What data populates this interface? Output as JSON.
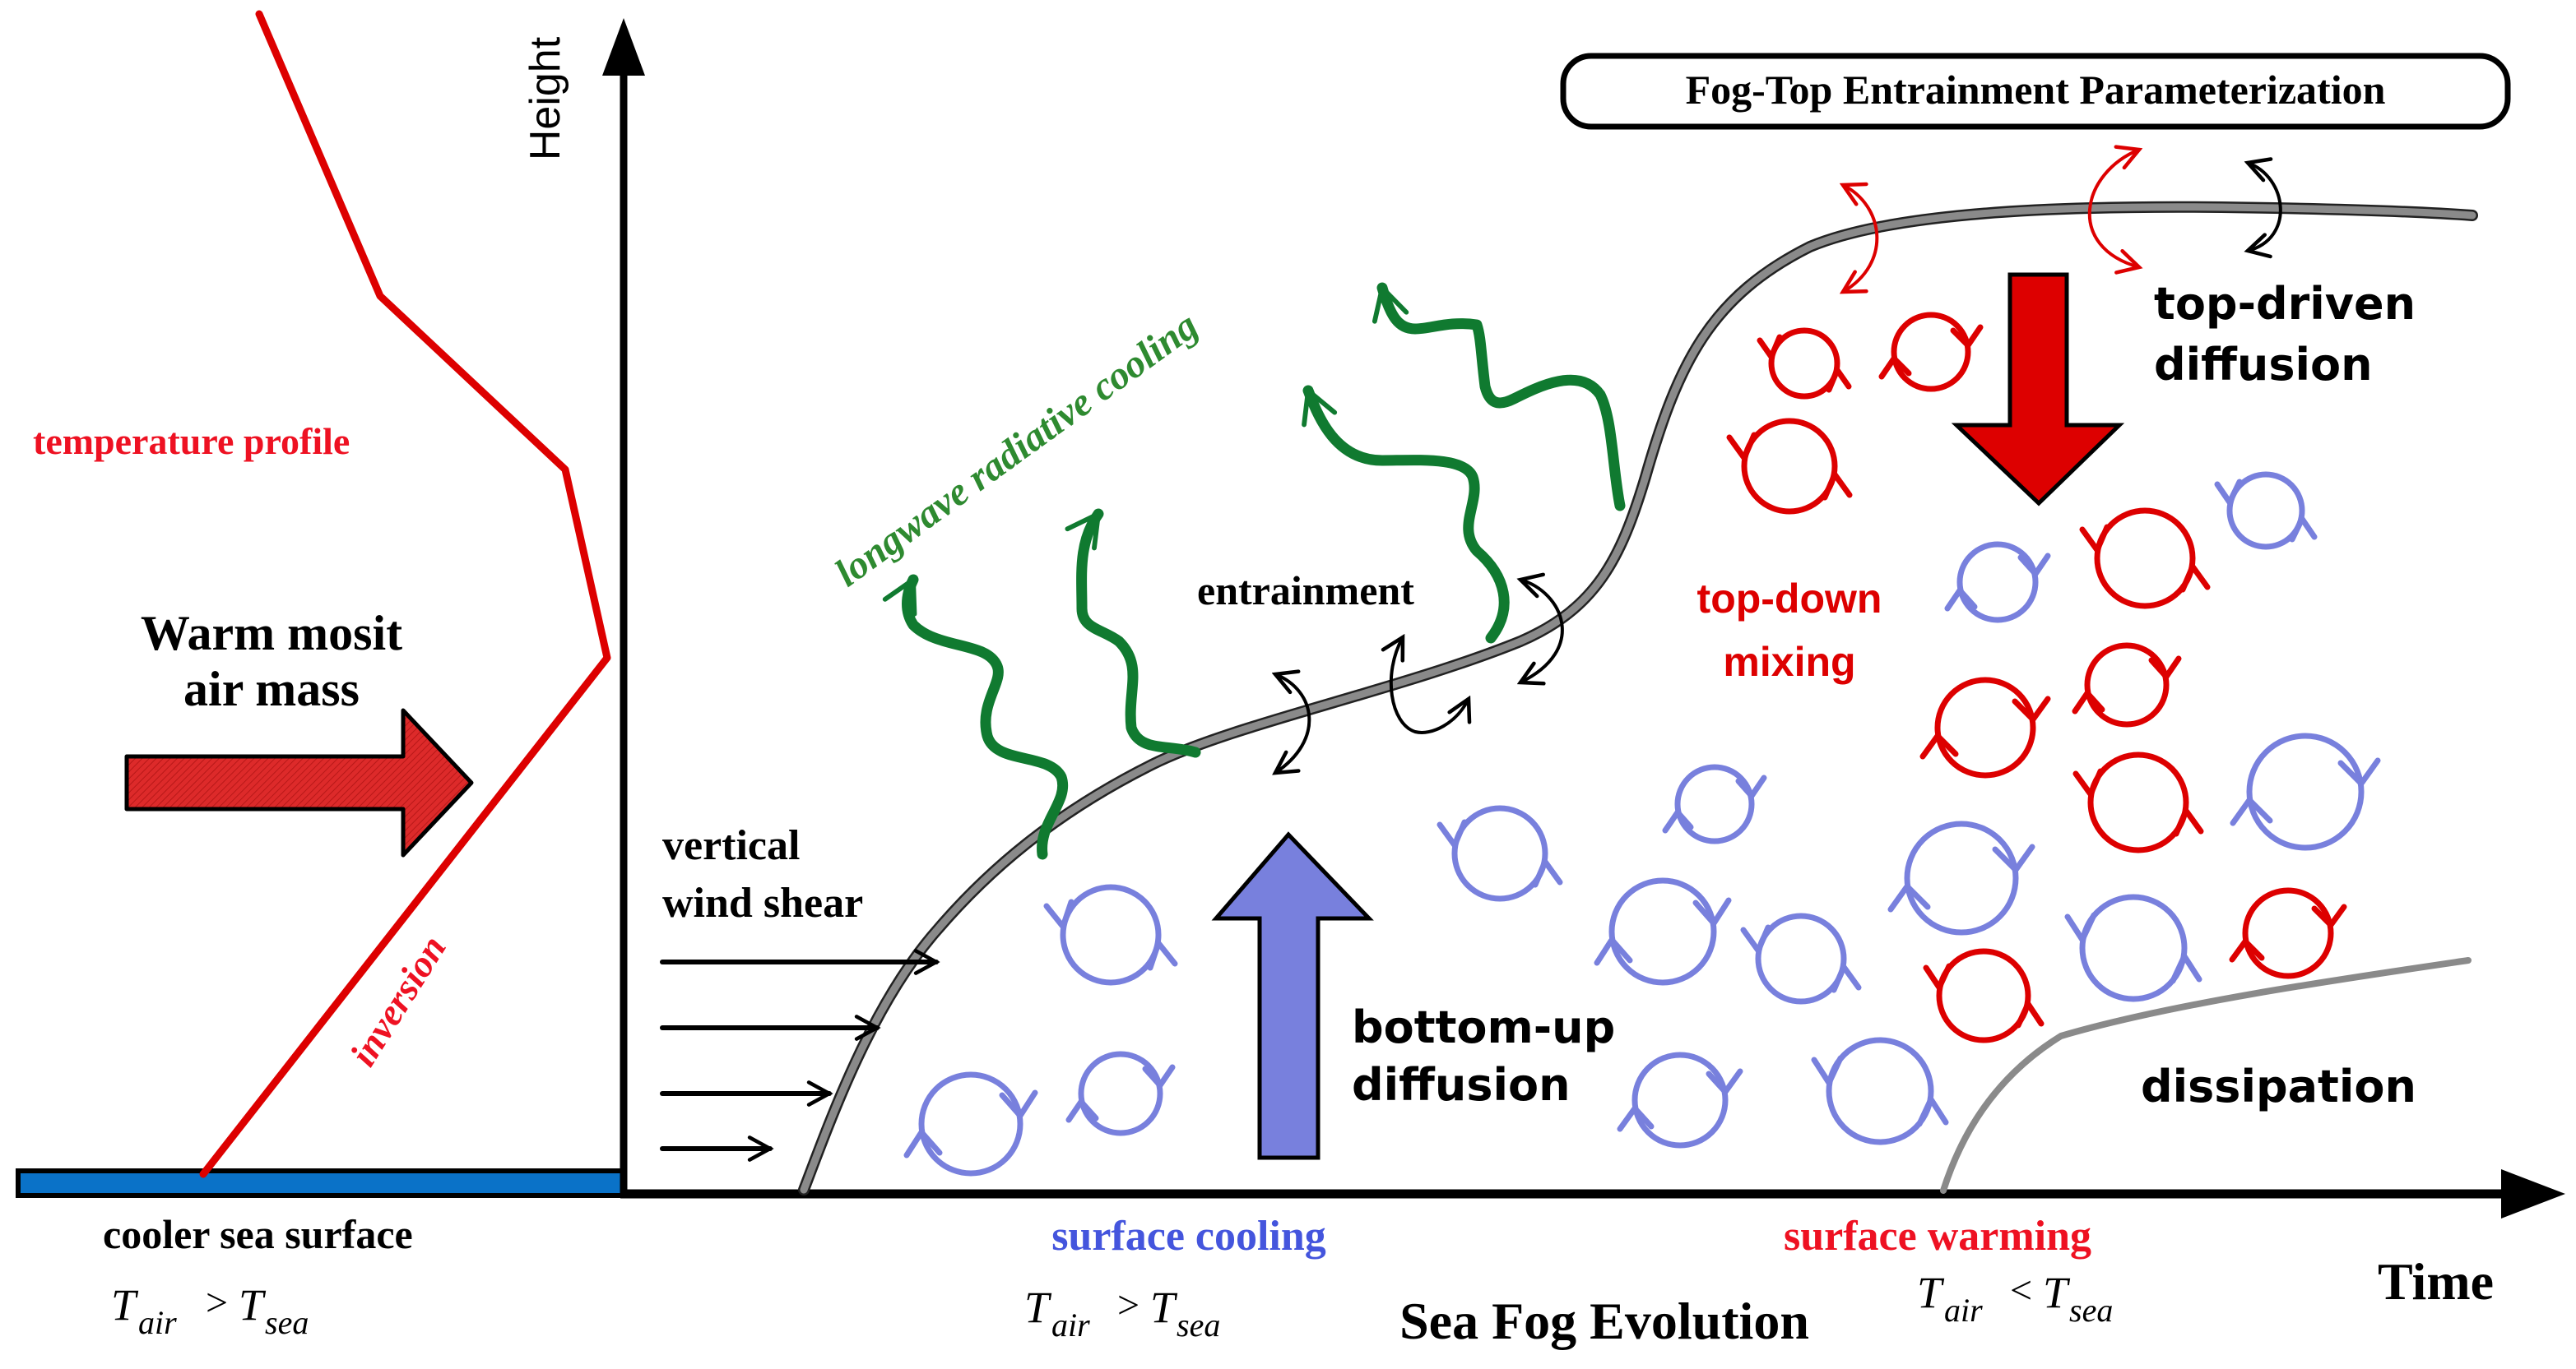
{
  "diagram": {
    "title": "Sea Fog Evolution",
    "axes": {
      "y_label": "Height",
      "x_label": "Time"
    },
    "box_title": "Fog-Top Entrainment Parameterization",
    "left_panel": {
      "profile_label": "temperature profile",
      "inversion_label": "inversion",
      "air_mass_line1": "Warm mosit",
      "air_mass_line2": "air mass",
      "sea_label": "cooler sea surface",
      "condition": {
        "lhs": "T",
        "lhs_sub": "air",
        "op": ">",
        "rhs": "T",
        "rhs_sub": "sea"
      }
    },
    "labels": {
      "wind_shear_line1": "vertical",
      "wind_shear_line2": "wind shear",
      "radiative": "longwave radiative  cooling",
      "entrainment": "entrainment",
      "bottom_up_line1": "bottom-up",
      "bottom_up_line2": "diffusion",
      "top_down_line1": "top-down",
      "top_down_line2": "mixing",
      "top_driven_line1": "top-driven",
      "top_driven_line2": "diffusion",
      "dissipation": "dissipation"
    },
    "bottom": {
      "cooling_label": "surface cooling",
      "cooling_condition": {
        "lhs": "T",
        "lhs_sub": "air",
        "op": ">",
        "rhs": "T",
        "rhs_sub": "sea"
      },
      "warming_label": "surface warming",
      "warming_condition": {
        "lhs": "T",
        "lhs_sub": "air",
        "op": "<",
        "rhs": "T",
        "rhs_sub": "sea"
      }
    },
    "colors": {
      "red": "#dd0000",
      "label_red": "#ee1122",
      "blue_eddy": "#7880dd",
      "blue_text": "#4455dd",
      "green": "#107a30",
      "green_text": "#2e8a30",
      "sea": "#0a72c8",
      "fog_boundary": "#888888"
    }
  }
}
